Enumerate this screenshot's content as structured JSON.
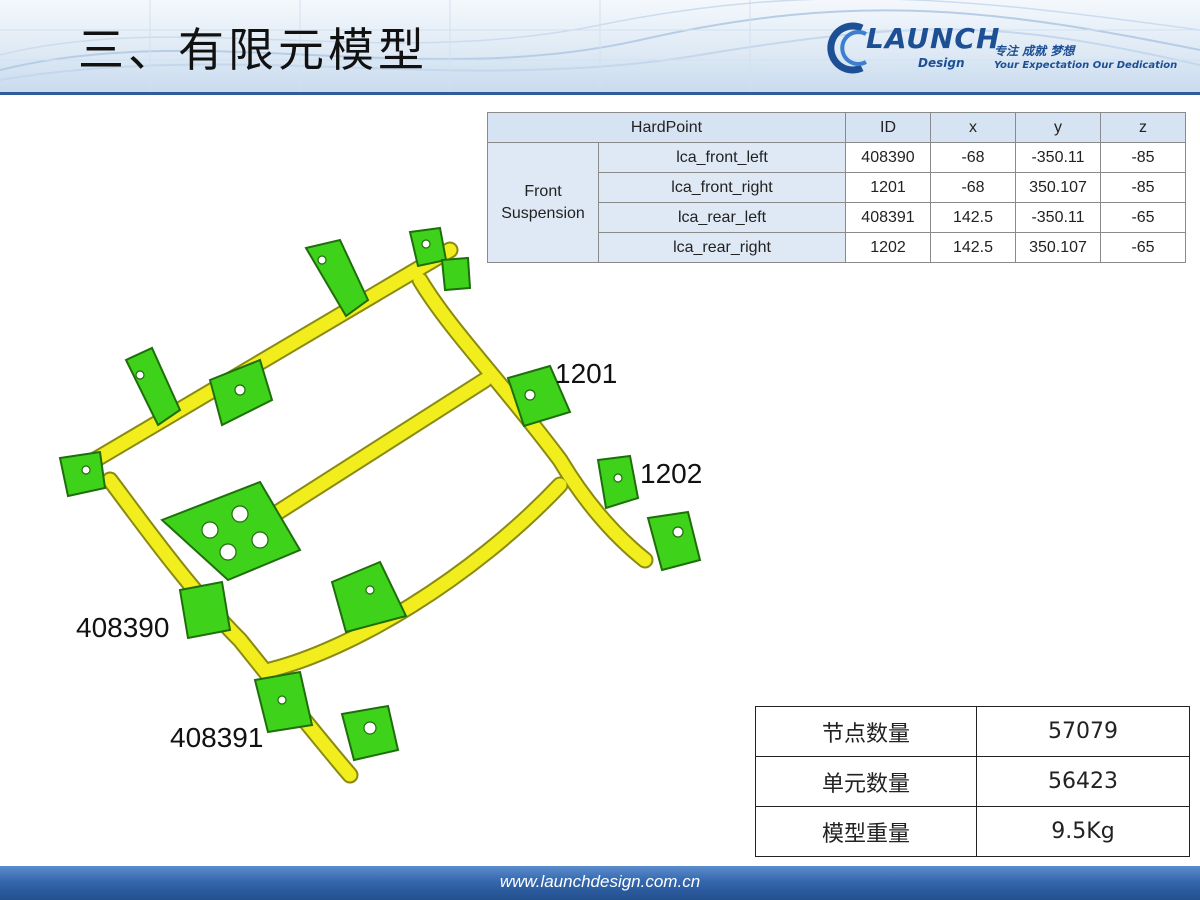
{
  "header": {
    "title": "三、有限元模型"
  },
  "logo": {
    "brand": "LAUNCH",
    "sub": "Design",
    "cn_slogan": "专注 成就 梦想",
    "tagline": "Your Expectation Our Dedication"
  },
  "hardpoint_table": {
    "headers": [
      "HardPoint",
      "ID",
      "x",
      "y",
      "z"
    ],
    "group_line1": "Front",
    "group_line2": "Suspension",
    "rows": [
      {
        "name": "lca_front_left",
        "id": "408390",
        "x": "-68",
        "y": "-350.11",
        "z": "-85"
      },
      {
        "name": "lca_front_right",
        "id": "1201",
        "x": "-68",
        "y": "350.107",
        "z": "-85"
      },
      {
        "name": "lca_rear_left",
        "id": "408391",
        "x": "142.5",
        "y": "-350.11",
        "z": "-65"
      },
      {
        "name": "lca_rear_right",
        "id": "1202",
        "x": "142.5",
        "y": "350.107",
        "z": "-65"
      }
    ]
  },
  "stats_table": {
    "rows": [
      {
        "label": "节点数量",
        "value": "57079"
      },
      {
        "label": "单元数量",
        "value": "56423"
      },
      {
        "label": "模型重量",
        "value": "9.5Kg"
      }
    ]
  },
  "callouts": {
    "c1201": "1201",
    "c1202": "1202",
    "c408390": "408390",
    "c408391": "408391"
  },
  "footer": {
    "url": "www.launchdesign.com.cn"
  },
  "colors": {
    "tube": "#f2ee1e",
    "bracket": "#3fd21a",
    "footer": "#2f5d9a",
    "header_band": "#dfeaf5"
  }
}
